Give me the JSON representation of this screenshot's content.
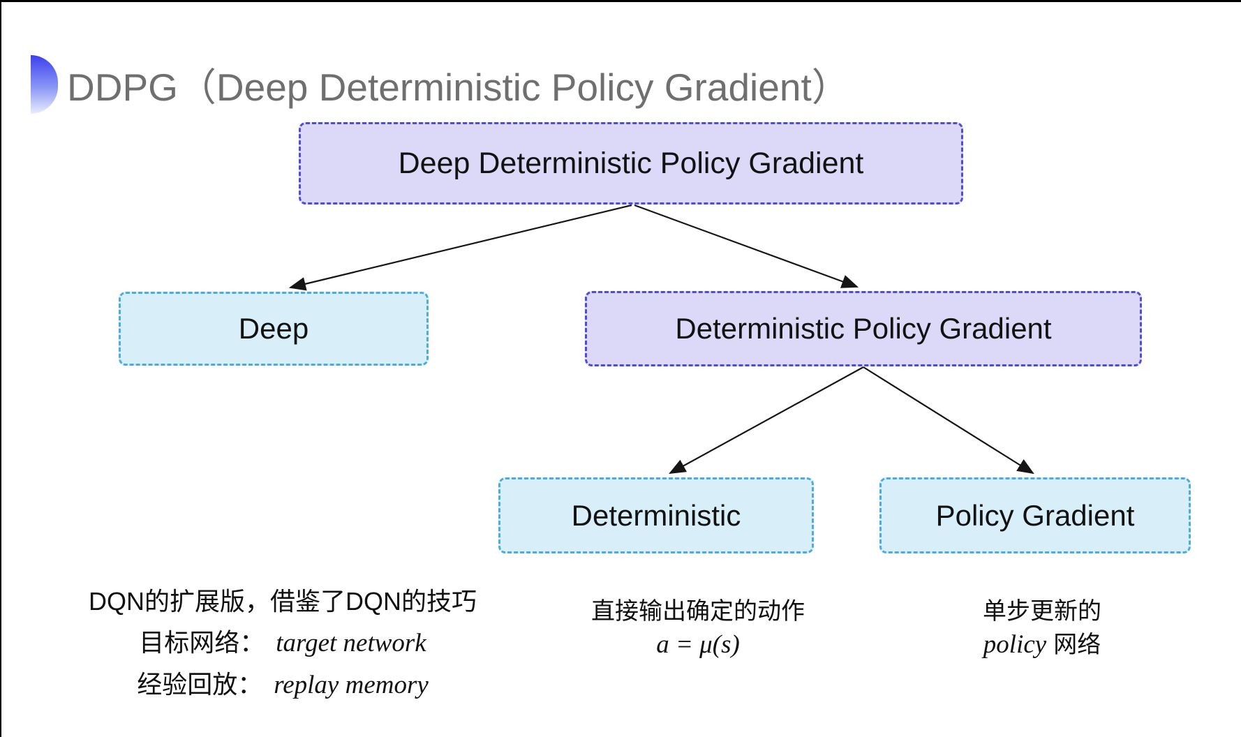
{
  "title": {
    "text": "DDPG（Deep Deterministic Policy Gradient）"
  },
  "tree": {
    "root": {
      "label": "Deep Deterministic Policy Gradient"
    },
    "deep": {
      "label": "Deep"
    },
    "dpg": {
      "label": "Deterministic Policy Gradient"
    },
    "deterministic": {
      "label": "Deterministic"
    },
    "policy_gradient": {
      "label": "Policy Gradient"
    }
  },
  "notes": {
    "deep": {
      "line1": "DQN的扩展版，借鉴了DQN的技巧",
      "target_label": "目标网络：",
      "target_value": "target network",
      "replay_label": "经验回放：",
      "replay_value": "replay memory"
    },
    "deterministic": {
      "line1": "直接输出确定的动作",
      "formula": "a = μ(s)"
    },
    "policy_gradient": {
      "line1": "单步更新的",
      "word_italic": "policy",
      "word_rest": "网络"
    }
  },
  "colors": {
    "purple_fill": "#dcd9f8",
    "purple_border": "#4d4dd9",
    "cyan_fill": "#d8effa",
    "cyan_border": "#4aacdf",
    "title_gray": "#6f6f6f",
    "arrow": "#161616",
    "accent_top": "#3c40ee",
    "accent_fade": "#e9edfc"
  }
}
